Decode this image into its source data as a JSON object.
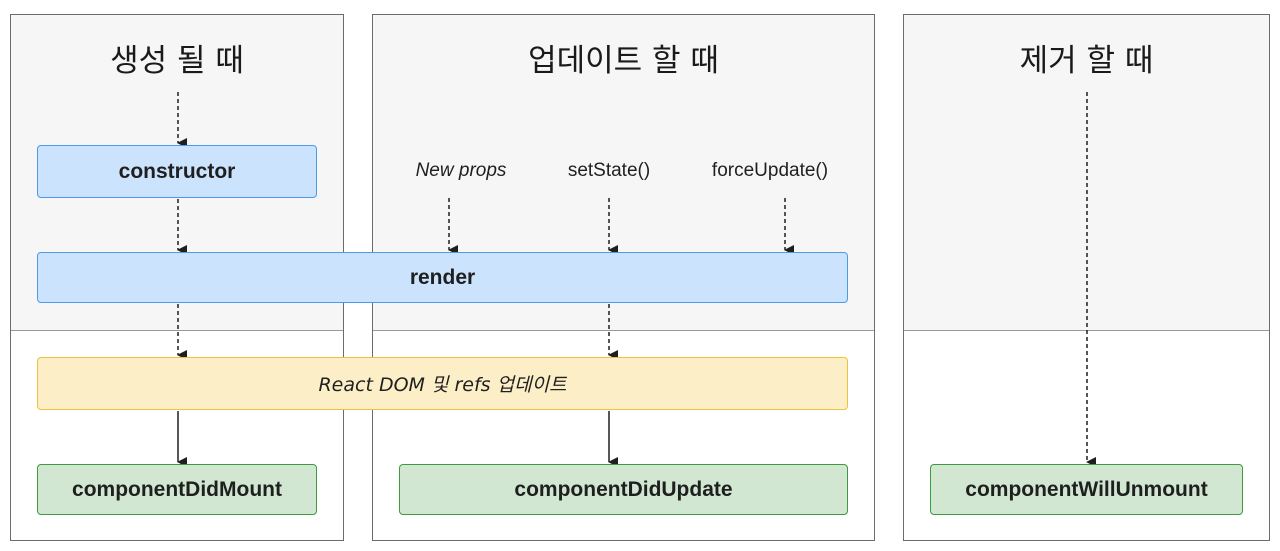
{
  "columns": {
    "mount": {
      "title": "생성 될 때"
    },
    "update": {
      "title": "업데이트 할 때"
    },
    "unmount": {
      "title": "제거 할 때"
    }
  },
  "triggers": {
    "new_props": "New props",
    "set_state": "setState()",
    "force_update": "forceUpdate()"
  },
  "nodes": {
    "constructor": "constructor",
    "render": "render",
    "react_dom": "React DOM 및 refs 업데이트",
    "component_did_mount": "componentDidMount",
    "component_did_update": "componentDidUpdate",
    "component_will_unmount": "componentWillUnmount"
  },
  "colors": {
    "render_phase_bg": "#f6f6f6",
    "blue_fill": "#cce3fd",
    "blue_border": "#4c9be8",
    "yellow_fill": "#fcefc8",
    "yellow_border": "#efc13d",
    "green_fill": "#d1e7d1",
    "green_border": "#3f9a3f"
  }
}
